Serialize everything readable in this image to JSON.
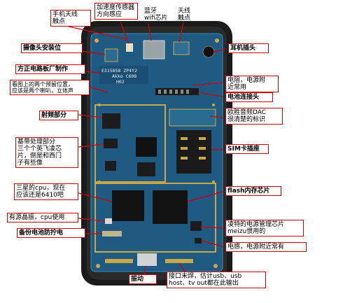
{
  "board": {
    "code_line1": "E315858 ZP4Y2",
    "code_line2": "Akko C608",
    "code_line3": "H02"
  },
  "labels": {
    "antenna_contact": "手机天线\n触点",
    "accel_sensor": "加速度传感器\n方向感应",
    "bluetooth_wifi": "蓝牙\nwifi芯片",
    "antenna_contact2": "天线\n触点",
    "camera_mount": "摄像头安装位",
    "fangzheng": "方正电路板厂制作",
    "two_positions": "看图上的两个预留位置，\n应该是两个喇叭，立体声",
    "headphone_jack": "耳机插头",
    "battery_resistor": "电阻，电源附\n近常用",
    "battery_connector": "电池连接头",
    "rf_section": "射频部分",
    "wolfson_dac": "欧胜音频DAC\n很清楚的标识",
    "baseband": "基带处理部分\n三个个英飞凌芯\n片，倒是和西门\n子有些像",
    "sim_slot": "SIM卡插座",
    "samsung_cpu": "三星的cpu，现在\n应该还是6410吧",
    "flash_chip": "flash内存芯片",
    "crystal": "有源晶振，cpu使用",
    "linear_pmic": "凌特的电源管理芯片\nmeizu惯用的",
    "backup_battery": "备份电池防拧电",
    "inductor": "电感，电源附近常有",
    "vibration": "振动",
    "dock_port": "接口未焊，估计usb、usb\nhost、tv out都在此输出"
  },
  "colors": {
    "label_border": "#d40000",
    "pcb": "#1f5a82",
    "phone_frame": "#1b1b1b",
    "pointer": "#d40000"
  }
}
